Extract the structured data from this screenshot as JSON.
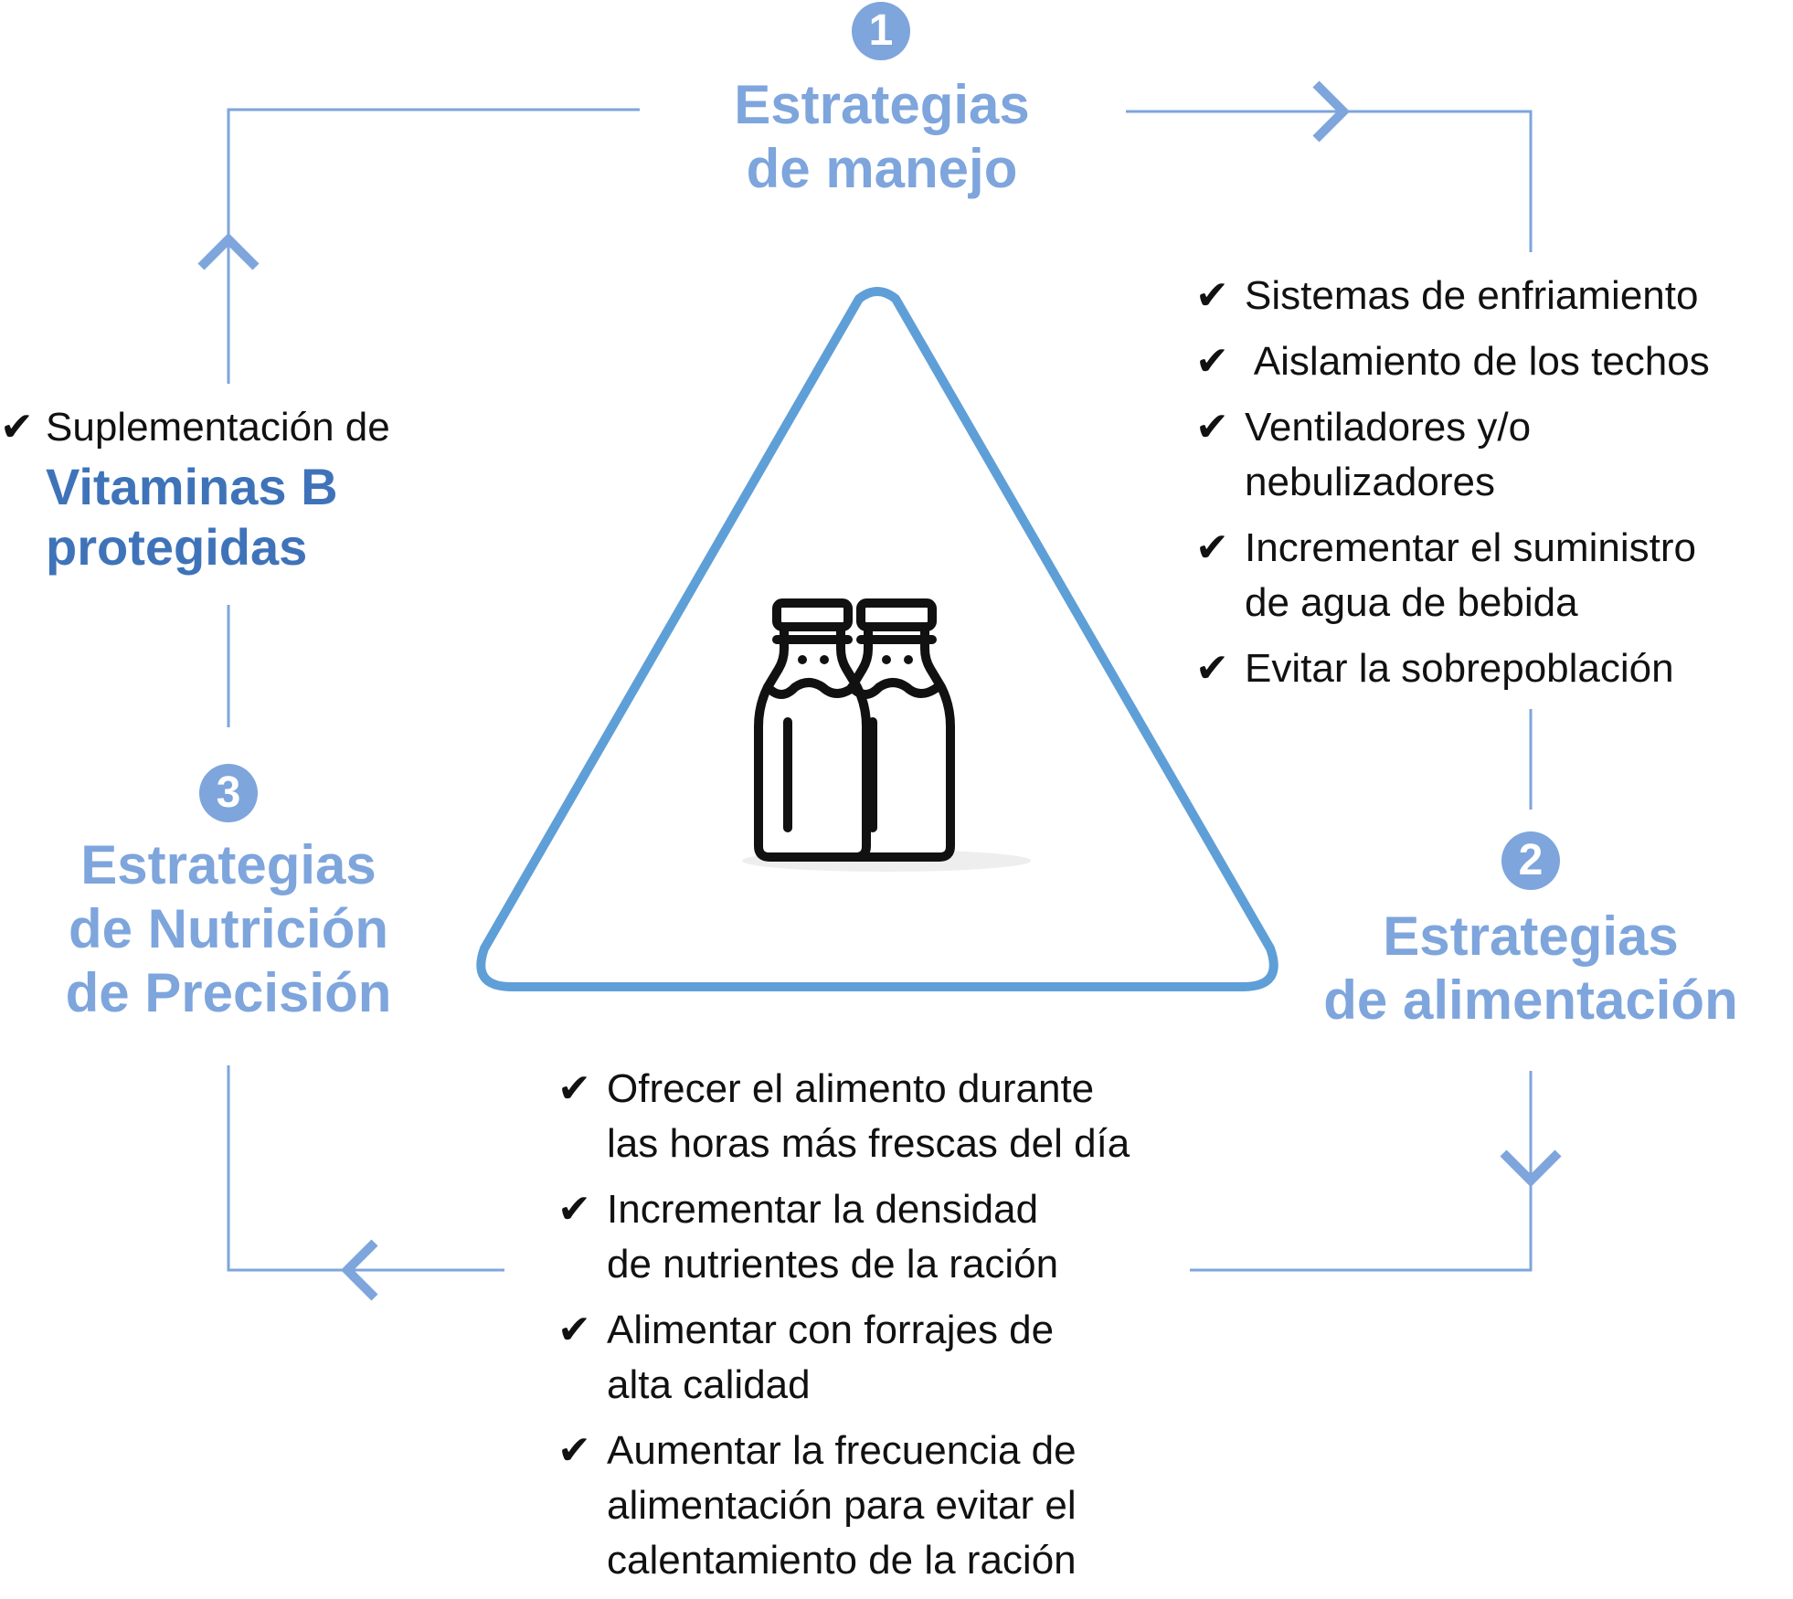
{
  "colors": {
    "number_badge": "#7ea5dc",
    "title": "#7ea5dc",
    "vitamins_highlight": "#3f73b9",
    "triangle": "#5f9fd7",
    "connector": "#7ea5dc"
  },
  "center_icon": "milk-bottles-icon",
  "section1": {
    "number": "1",
    "title_line1": "Estrategias",
    "title_line2": "de manejo",
    "items": [
      {
        "check": "✔",
        "line1": "Sistemas de enfriamiento",
        "line2": ""
      },
      {
        "check": "✔",
        "line1": " Aislamiento de los techos",
        "line2": ""
      },
      {
        "check": "✔",
        "line1": "Ventiladores y/o",
        "line2": "nebulizadores"
      },
      {
        "check": "✔",
        "line1": "Incrementar el suministro",
        "line2": "de agua de bebida"
      },
      {
        "check": "✔",
        "line1": "Evitar la sobrepoblación",
        "line2": ""
      }
    ]
  },
  "section2": {
    "number": "2",
    "title_line1": "Estrategias",
    "title_line2": "de alimentación",
    "items": [
      {
        "check": "✔",
        "line1": "Ofrecer el alimento durante",
        "line2": "las horas más frescas del día",
        "line3": ""
      },
      {
        "check": "✔",
        "line1": "Incrementar la densidad",
        "line2": "de nutrientes de la ración",
        "line3": ""
      },
      {
        "check": "✔",
        "line1": "Alimentar con forrajes de",
        "line2": "alta calidad",
        "line3": ""
      },
      {
        "check": "✔",
        "line1": "Aumentar la frecuencia de",
        "line2": "alimentación para evitar el",
        "line3": "calentamiento de la ración"
      }
    ]
  },
  "section3": {
    "number": "3",
    "title_line1": "Estrategias",
    "title_line2": "de Nutrición",
    "title_line3": "de Precisión",
    "supplement": {
      "check": "✔",
      "prefix": "Suplementación de",
      "highlight_line1": "Vitaminas B",
      "highlight_line2": "protegidas"
    }
  }
}
